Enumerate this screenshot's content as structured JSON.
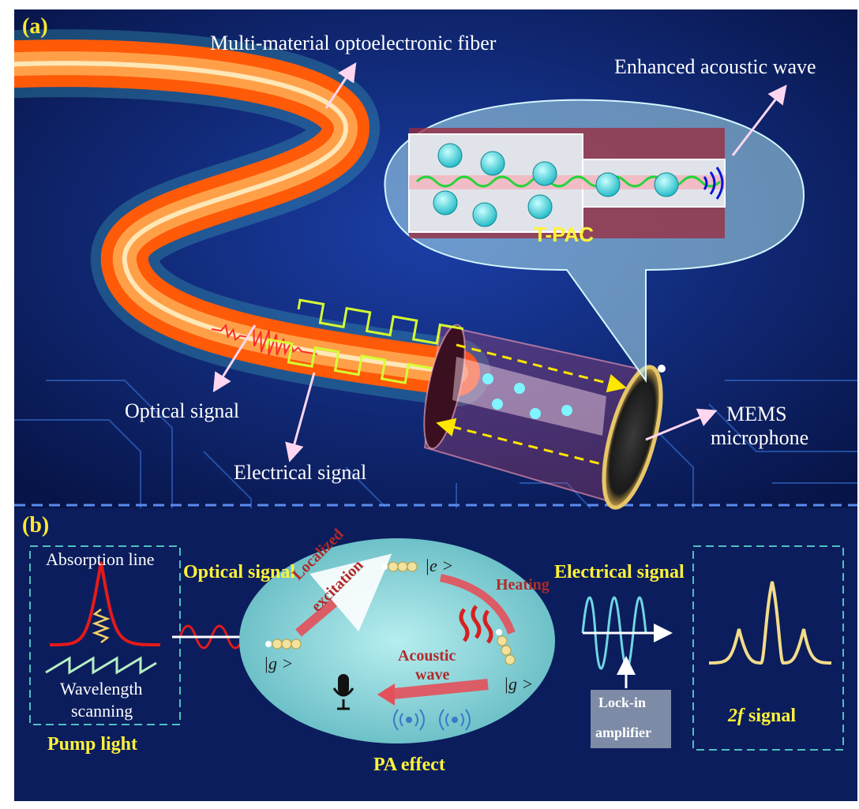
{
  "panel_a": {
    "label": "(a)",
    "fiber_label": "Multi-material optoelectronic fiber",
    "enhanced_label": "Enhanced acoustic wave",
    "tpac_label": "T-PAC",
    "optical_label": "Optical signal",
    "electrical_label": "Electrical signal",
    "mems_label_1": "MEMS",
    "mems_label_2": "microphone"
  },
  "panel_b": {
    "label": "(b)",
    "absorption_line": "Absorption line",
    "wavelength_1": "Wavelength",
    "wavelength_2": "scanning",
    "pump_light": "Pump light",
    "optical_signal": "Optical signal",
    "state_e": "|e >",
    "state_g_left": "|g >",
    "state_g_right": "|g >",
    "localized_1": "Localized",
    "localized_2": "excitation",
    "heating": "Heating",
    "acoustic_1": "Acoustic",
    "acoustic_2": "wave",
    "pa_effect": "PA effect",
    "electrical_signal": "Electrical signal",
    "lockin_1": "Lock-in",
    "lockin_2": "amplifier",
    "signal_2f_italic": "2f",
    "signal_2f_rest": " signal"
  },
  "colors": {
    "background": "#0b1d5c",
    "label_yellow": "#fff23a",
    "fiber_orange": "#ff7a1a",
    "pa_ellipse": "#7fd1d6",
    "arrow_red": "#e4505a"
  },
  "icons": [
    "microphone-icon",
    "sound-wave-icon",
    "molecule-icon"
  ]
}
